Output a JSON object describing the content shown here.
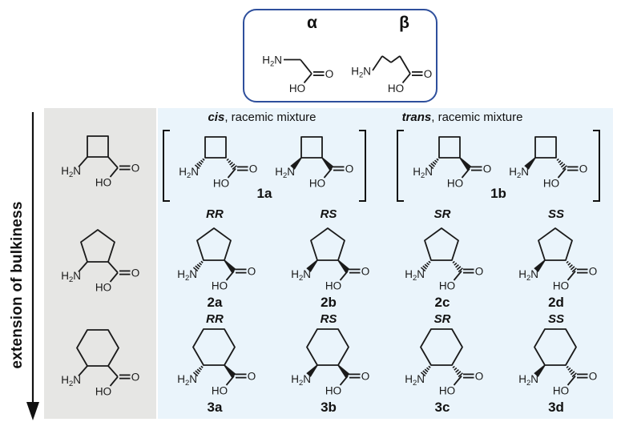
{
  "colors": {
    "box_border": "#2e4f9c",
    "panel_blue": "#eaf4fb",
    "panel_gray": "#e6e6e4",
    "ink": "#1a1a1a"
  },
  "key_box": {
    "alpha": {
      "label": "α",
      "molecule": {
        "chain": "alpha"
      }
    },
    "beta": {
      "label": "β",
      "molecule": {
        "chain": "beta"
      }
    }
  },
  "axis": {
    "label": "extension of bulkiness"
  },
  "atom_labels": {
    "amine": "H2N",
    "carbonyl_oxygen": "O",
    "hydroxyl": "HO"
  },
  "reference_column": {
    "molecules": [
      {
        "ring": 4,
        "nh2": "plain",
        "cooh": "plain"
      },
      {
        "ring": 5,
        "nh2": "plain",
        "cooh": "plain"
      },
      {
        "ring": 6,
        "nh2": "plain",
        "cooh": "plain"
      }
    ]
  },
  "grid": {
    "headers": [
      {
        "italic": "cis",
        "rest": ", racemic mixture"
      },
      {
        "italic": "trans",
        "rest": ", racemic mixture"
      }
    ],
    "row1": {
      "groups": [
        {
          "label": "1a",
          "structures": [
            {
              "ring": 4,
              "nh2": "hash",
              "cooh": "hash"
            },
            {
              "ring": 4,
              "nh2": "wedge",
              "cooh": "wedge"
            }
          ]
        },
        {
          "label": "1b",
          "structures": [
            {
              "ring": 4,
              "nh2": "hash",
              "cooh": "wedge"
            },
            {
              "ring": 4,
              "nh2": "wedge",
              "cooh": "hash"
            }
          ]
        }
      ]
    },
    "row2": {
      "cells": [
        {
          "stereo": "RR",
          "label": "2a",
          "molecule": {
            "ring": 5,
            "nh2": "hash",
            "cooh": "wedge"
          }
        },
        {
          "stereo": "RS",
          "label": "2b",
          "molecule": {
            "ring": 5,
            "nh2": "wedge",
            "cooh": "wedge"
          }
        },
        {
          "stereo": "SR",
          "label": "2c",
          "molecule": {
            "ring": 5,
            "nh2": "hash",
            "cooh": "hash"
          }
        },
        {
          "stereo": "SS",
          "label": "2d",
          "molecule": {
            "ring": 5,
            "nh2": "wedge",
            "cooh": "hash"
          }
        }
      ]
    },
    "row3": {
      "cells": [
        {
          "stereo": "RR",
          "label": "3a",
          "molecule": {
            "ring": 6,
            "nh2": "hash",
            "cooh": "wedge"
          }
        },
        {
          "stereo": "RS",
          "label": "3b",
          "molecule": {
            "ring": 6,
            "nh2": "wedge",
            "cooh": "wedge"
          }
        },
        {
          "stereo": "SR",
          "label": "3c",
          "molecule": {
            "ring": 6,
            "nh2": "hash",
            "cooh": "hash"
          }
        },
        {
          "stereo": "SS",
          "label": "3d",
          "molecule": {
            "ring": 6,
            "nh2": "wedge",
            "cooh": "hash"
          }
        }
      ]
    }
  }
}
